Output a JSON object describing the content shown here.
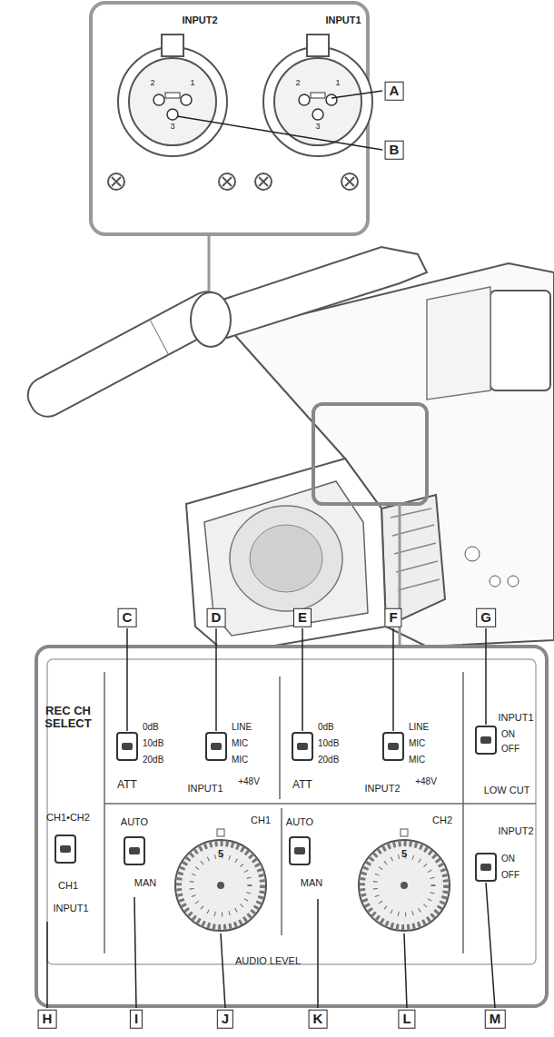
{
  "diagram": {
    "labels": [
      "INPUT2",
      "INPUT1",
      "2",
      "1",
      "3",
      "2",
      "1",
      "3",
      "A",
      "B",
      "C",
      "D",
      "E",
      "F",
      "G",
      "REC CH SELECT",
      "0dB",
      "10dB",
      "20dB",
      "ATT",
      "LINE",
      "MIC",
      "MIC",
      "+48V",
      "INPUT1",
      "0dB",
      "10dB",
      "20dB",
      "ATT",
      "LINE",
      "MIC",
      "MIC",
      "+48V",
      "INPUT2",
      "INPUT1",
      "ON",
      "OFF",
      "LOW CUT",
      "CH1•CH2",
      "CH1",
      "INPUT1",
      "AUTO",
      "MAN",
      "5",
      "CH1",
      "AUTO",
      "MAN",
      "5",
      "CH2",
      "AUDIO LEVEL",
      "INPUT2",
      "ON",
      "OFF",
      "H",
      "I",
      "J",
      "K",
      "L",
      "M"
    ]
  }
}
